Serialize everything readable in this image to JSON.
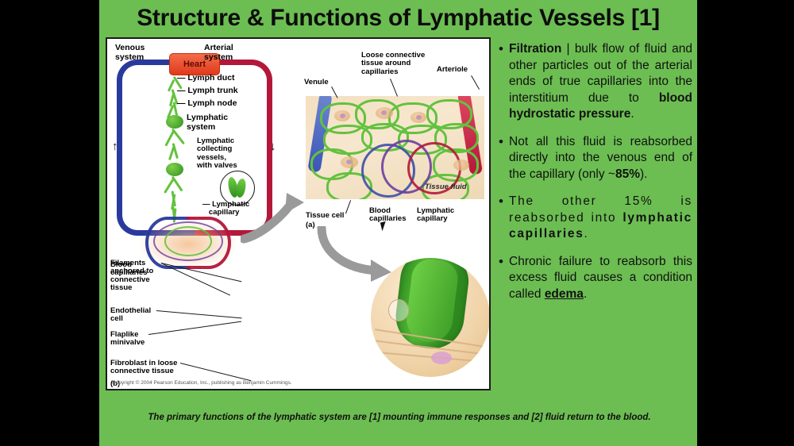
{
  "slide": {
    "title": "Structure & Functions of Lymphatic Vessels [1]",
    "background_color": "#6cbe52",
    "letterbox_color": "#000000",
    "footer": "The primary functions of the lymphatic system are [1] mounting immune responses and  [2] fluid return to the blood."
  },
  "figure": {
    "copyright": "Copyright © 2004 Pearson Education, Inc., publishing as Benjamin Cummings.",
    "panel_a_caption": "(a)",
    "panel_b_caption": "(b)",
    "labels": {
      "venous_system": "Venous\nsystem",
      "arterial_system": "Arterial\nsystem",
      "heart": "Heart",
      "lymph_duct": "Lymph duct",
      "lymph_trunk": "Lymph trunk",
      "lymph_node": "Lymph node",
      "lymphatic_system": "Lymphatic\nsystem",
      "lymphatic_collecting_vessels": "Lymphatic\ncollecting\nvessels,\nwith valves",
      "lymphatic_capillary_left": "Lymphatic\ncapillary",
      "blood_capillaries_left": "Blood\ncapillaries",
      "venule": "Venule",
      "loose_connective_tissue": "Loose connective\ntissue around\ncapillaries",
      "arteriole": "Arteriole",
      "tissue_fluid": "Tissue fluid",
      "tissue_cell": "Tissue cell",
      "blood_capillaries": "Blood\ncapillaries",
      "lymphatic_capillary": "Lymphatic\ncapillary",
      "filaments": "Filaments\nanchored to\nconnective\ntissue",
      "endothelial_cell": "Endothelial\ncell",
      "flaplike_minivalve": "Flaplike\nminivalve",
      "fibroblast": "Fibroblast in loose\nconnective tissue"
    }
  },
  "bullets": [
    {
      "id": "filtration",
      "html": "<b>Filtration</b> | bulk flow of fluid and other particles out of the arterial ends of true capillaries into the interstitium due to <b>blood hydrostatic pressure</b>.",
      "spaced": false
    },
    {
      "id": "reabsorption-venous",
      "html": "Not all this fluid is reabsorbed directly into the venous end of the capillary (only ~<b>85%</b>).",
      "spaced": false
    },
    {
      "id": "other-fifteen-percent",
      "html": "The other 15% is reabsorbed into <b>lymphatic capillaries</b>.",
      "spaced": true
    },
    {
      "id": "edema",
      "html": "Chronic failure to reabsorb this excess fluid causes a condition called <b><u>edema</u></b>.",
      "spaced": false
    }
  ]
}
